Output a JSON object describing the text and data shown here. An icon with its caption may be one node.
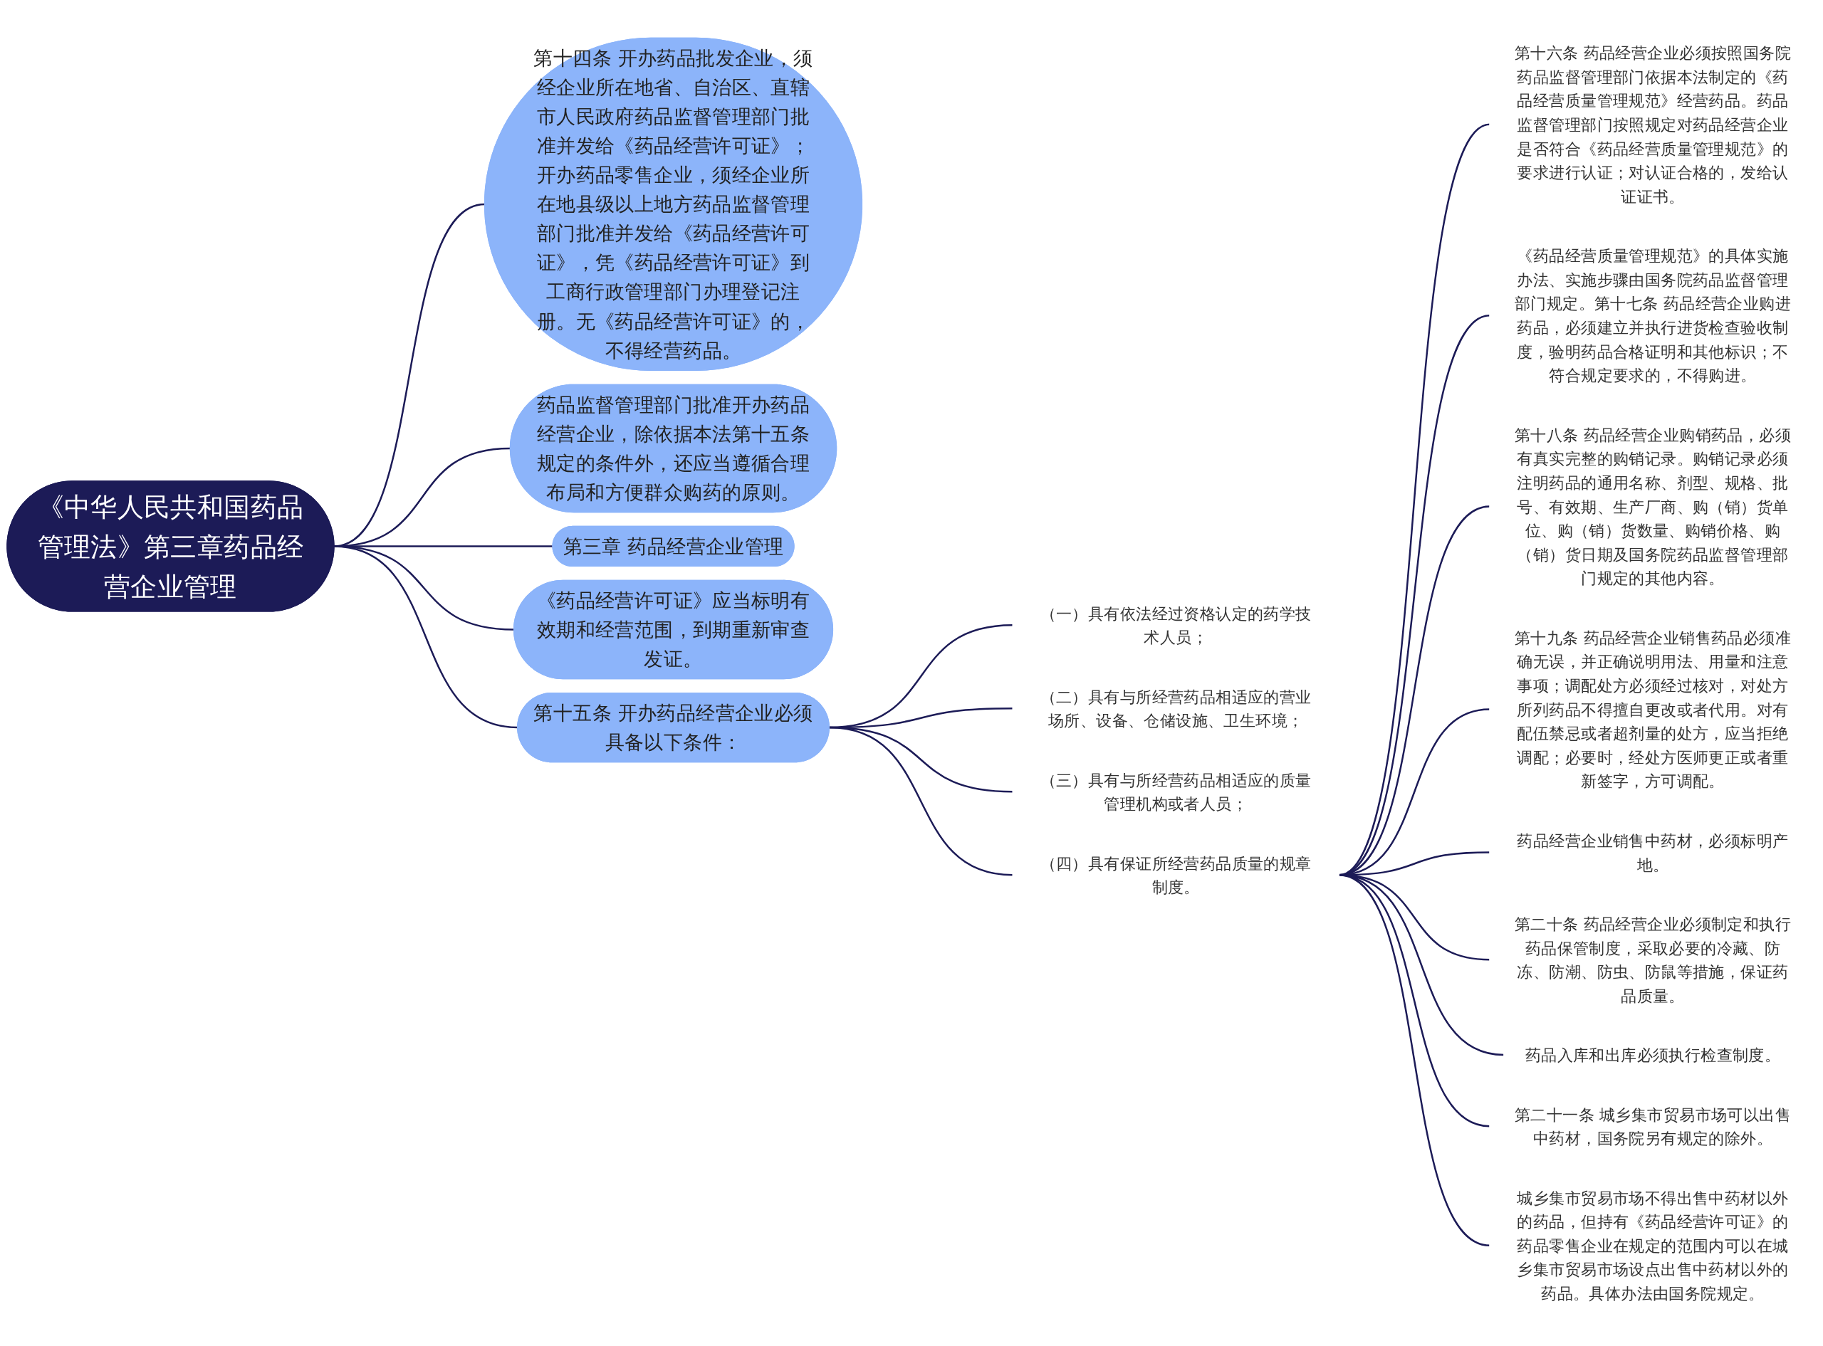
{
  "diagram": {
    "nodes": [
      {
        "text": [
          "《中华人民共和国药品管理法》第三章药品经营企业管理"
        ]
      },
      {
        "text": [
          "第十四条 开办药品批发企业，须经企业所在地省、自治区、直辖市人民政府药品监督管理部门批准并发给《药品经营许可证》；开办药品零售企业，须经企业所在地县级以上地方药品监督管理部门批准并发给《药品经营许可证》，凭《药品经营许可证》到工商行政管理部门办理登记注册。无《药品经营许可证》的，不得经营药品。"
        ]
      },
      {
        "text": [
          "药品监督管理部门批准开办药品经营企业，除依据本法第十五条规定的条件外，还应当遵循合理布局和方便群众购药的原则。"
        ]
      },
      {
        "text": [
          "第三章 药品经营企业管理"
        ]
      },
      {
        "text": [
          "《药品经营许可证》应当标明有效期和经营范围，到期重新审查发证。"
        ]
      },
      {
        "text": [
          "第十五条 开办药品经营企业必须具备以下条件："
        ]
      },
      {
        "text": [
          "（一）具有依法经过资格认定的药学技术人员；"
        ]
      },
      {
        "text": [
          "（二）具有与所经营药品相适应的营业场所、设备、仓储设施、卫生环境；"
        ]
      },
      {
        "text": [
          "（三）具有与所经营药品相适应的质量管理机构或者人员；"
        ]
      },
      {
        "text": [
          "（四）具有保证所经营药品质量的规章制度。"
        ]
      },
      {
        "text": [
          "第十六条 药品经营企业必须按照国务院药品监督管理部门依据本法制定的《药品经营质量管理规范》经营药品。药品监督管理部门按照规定对药品经营企业是否符合《药品经营质量管理规范》的要求进行认证；对认证合格的，发给认证证书。"
        ]
      },
      {
        "text": [
          "《药品经营质量管理规范》的具体实施办法、实施步骤由国务院药品监督管理部门规定。第十七条 药品经营企业购进药品，必须建立并执行进货检查验收制度，验明药品合格证明和其他标识；不符合规定要求的，不得购进。"
        ]
      },
      {
        "text": [
          "第十八条 药品经营企业购销药品，必须有真实完整的购销记录。购销记录必须注明药品的通用名称、剂型、规格、批号、有效期、生产厂商、购（销）货单位、购（销）货数量、购销价格、购（销）货日期及国务院药品监督管理部门规定的其他内容。"
        ]
      },
      {
        "text": [
          "第十九条 药品经营企业销售药品必须准确无误，并正确说明用法、用量和注意事项；调配处方必须经过核对，对处方所列药品不得擅自更改或者代用。对有配伍禁忌或者超剂量的处方，应当拒绝调配；必要时，经处方医师更正或者重新签字，方可调配。"
        ]
      },
      {
        "text": [
          "药品经营企业销售中药材，必须标明产地。"
        ]
      },
      {
        "text": [
          "第二十条 药品经营企业必须制定和执行药品保管制度，采取必要的冷藏、防冻、防潮、防虫、防鼠等措施，保证药品质量。"
        ]
      },
      {
        "text": [
          "药品入库和出库必须执行检查制度。"
        ]
      },
      {
        "text": [
          "第二十一条 城乡集市贸易市场可以出售中药材，国务院另有规定的除外。"
        ]
      },
      {
        "text": [
          "城乡集市贸易市场不得出售中药材以外的药品，但持有《药品经营许可证》的药品零售企业在规定的范围内可以在城乡集市贸易市场设点出售中药材以外的药品。具体办法由国务院规定。"
        ]
      }
    ],
    "edges": [
      {
        "from": 0,
        "to": 1,
        "arrow": "none"
      },
      {
        "from": 0,
        "to": 2,
        "arrow": "none"
      },
      {
        "from": 0,
        "to": 3,
        "arrow": "none"
      },
      {
        "from": 0,
        "to": 4,
        "arrow": "none"
      },
      {
        "from": 0,
        "to": 5,
        "arrow": "none"
      },
      {
        "from": 5,
        "to": 6,
        "arrow": "none"
      },
      {
        "from": 5,
        "to": 7,
        "arrow": "none"
      },
      {
        "from": 5,
        "to": 8,
        "arrow": "none"
      },
      {
        "from": 5,
        "to": 9,
        "arrow": "none"
      },
      {
        "from": 9,
        "to": 10,
        "arrow": "none"
      },
      {
        "from": 9,
        "to": 11,
        "arrow": "none"
      },
      {
        "from": 9,
        "to": 12,
        "arrow": "none"
      },
      {
        "from": 9,
        "to": 13,
        "arrow": "none"
      },
      {
        "from": 9,
        "to": 14,
        "arrow": "none"
      },
      {
        "from": 9,
        "to": 15,
        "arrow": "none"
      },
      {
        "from": 9,
        "to": 16,
        "arrow": "none"
      },
      {
        "from": 9,
        "to": 17,
        "arrow": "none"
      },
      {
        "from": 9,
        "to": 18,
        "arrow": "none"
      }
    ]
  }
}
